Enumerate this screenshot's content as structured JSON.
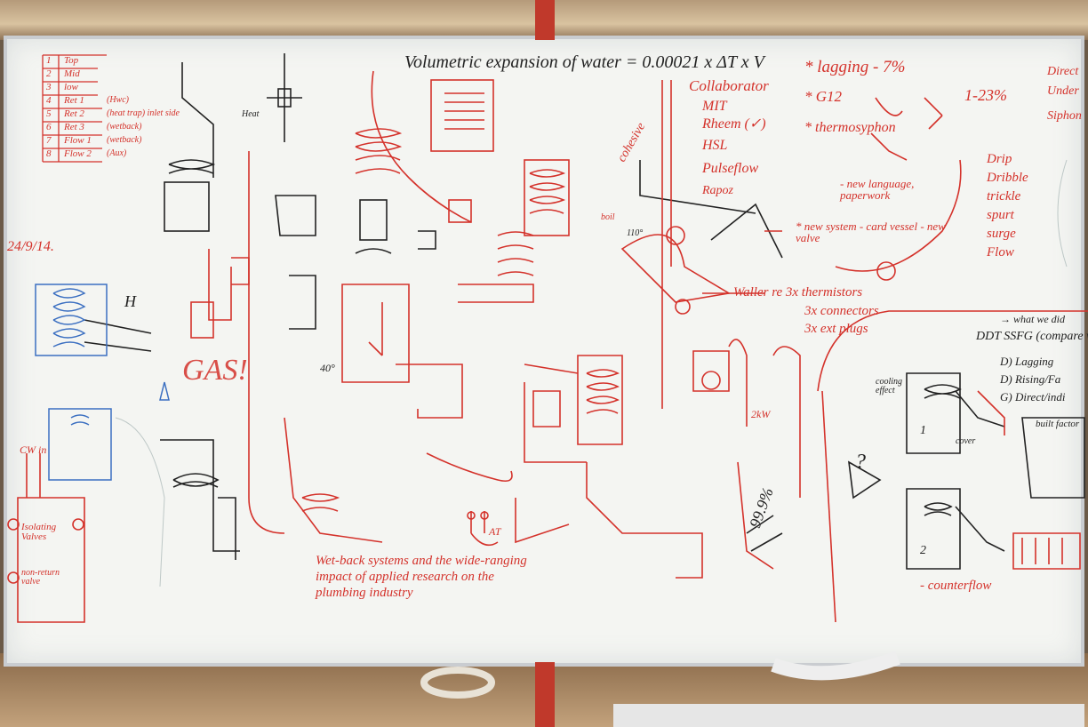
{
  "board": {
    "heading": "Volumetric expansion of water = 0.00021 x ΔT x V",
    "legend": [
      {
        "num": "1",
        "label": "Top"
      },
      {
        "num": "2",
        "label": "Mid"
      },
      {
        "num": "3",
        "label": "low"
      },
      {
        "num": "4",
        "label": "Ret 1",
        "note": "(Hwc)"
      },
      {
        "num": "5",
        "label": "Ret 2",
        "note": "(heat trap) inlet side"
      },
      {
        "num": "6",
        "label": "Ret 3",
        "note": "(wetback)"
      },
      {
        "num": "7",
        "label": "Flow 1",
        "note": "(wetback)"
      },
      {
        "num": "8",
        "label": "Flow 2",
        "note": "(Aux)"
      }
    ],
    "collaborators_title": "Collaborator",
    "collaborators": [
      "MIT",
      "Rheem (✓)",
      "HSL",
      "Pulseflow",
      "Rapoz"
    ],
    "lagging": "* lagging - 7%",
    "g12": "* G12",
    "range": "1-23%",
    "thermosyphon": "* thermosyphon",
    "new_language": "- new language, paperwork",
    "new_system": "* new system - card vessel - new valve",
    "flow_words": [
      "Drip",
      "Dribble",
      "trickle",
      "spurt",
      "surge",
      "Flow"
    ],
    "right_top": [
      "Direct",
      "Under",
      "Siphon"
    ],
    "wallers": "Waller re 3x thermistors",
    "connectors": "3x connectors",
    "plugs": "3x ext plugs",
    "what_we_did": "→ what we did",
    "ddt": "DDT SSFG (compare w/",
    "d1": "D) Lagging",
    "d2": "D) Rising/Fa",
    "g_direct": "G) Direct/indi",
    "built": "built factor",
    "cooling_effect": "cooling effect",
    "cover": "cover",
    "counterflow": "- counterflow",
    "caption": "Wet-back systems and the wide-ranging impact of applied research on the plumbing industry",
    "date": "24/9/14.",
    "gas": "GAS!",
    "cohesive": "cohesive",
    "percent": "99.9%",
    "cw_in": "CW in",
    "isolating": "Isolating Valves",
    "nonreturn": "non-return valve",
    "boil": "boil",
    "angle": "110°",
    "two_k": "2kW",
    "forty": "40°",
    "heat": "Heat",
    "h_label": "H",
    "at_label": "AT",
    "q_mark": "?",
    "one": "1",
    "two": "2"
  }
}
